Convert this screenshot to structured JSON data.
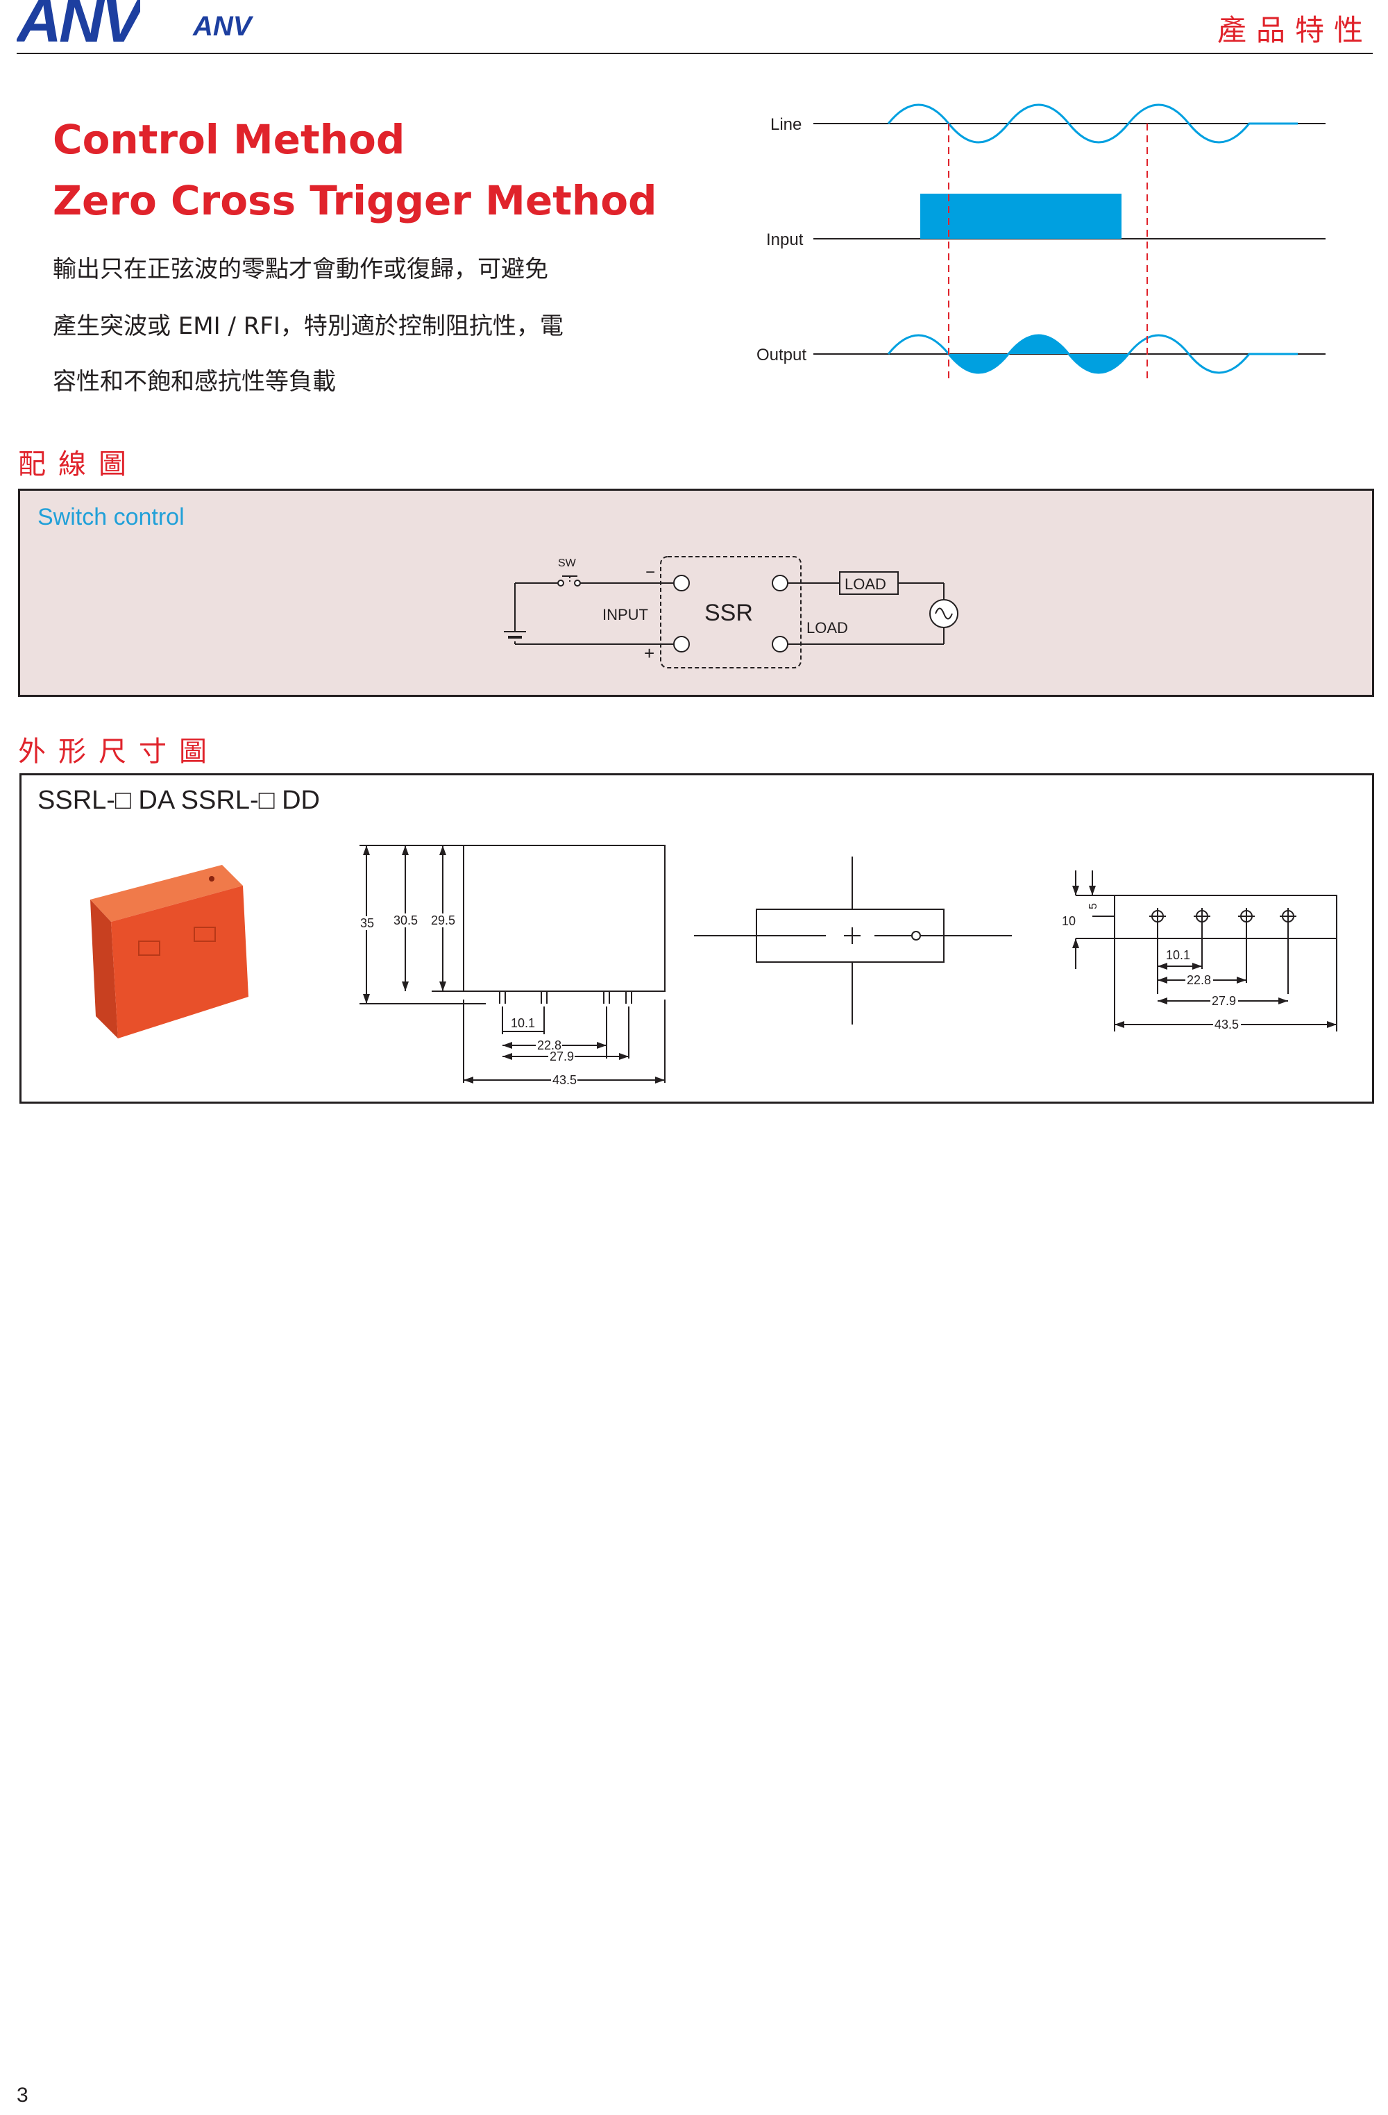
{
  "header": {
    "logo_main": "ANV",
    "logo_small": "ANV",
    "title": "產品特性"
  },
  "intro": {
    "heading_line1": "Control Method",
    "heading_line2": "Zero Cross Trigger Method",
    "body_line1": "輸出只在正弦波的零點才會動作或復歸，可避免",
    "body_line2": "產生突波或 EMI / RFI，特別適於控制阻抗性，電",
    "body_line3": "容性和不飽和感抗性等負載"
  },
  "timing_diagram": {
    "label_line": "Line",
    "label_input": "Input",
    "label_output": "Output",
    "accent_color": "#00a0e0",
    "guide_color": "#e0232b"
  },
  "wiring": {
    "section_title": "配線圖",
    "panel_label": "Switch control",
    "sw_label": "SW",
    "minus_label": "−",
    "plus_label": "+",
    "input_label": "INPUT",
    "ssr_label": "SSR",
    "load_box_label": "LOAD",
    "load_side_label": "LOAD",
    "panel_color": "#ede0df"
  },
  "dimensions": {
    "section_title": "外形尺寸圖",
    "model_label": "SSRL-□ DA SSRL-□ DD",
    "product_color": "#e8502a",
    "side_view": {
      "height_total": "35",
      "height_body": "30.5",
      "height_inner": "29.5",
      "pitch_a": "10.1",
      "pitch_b": "22.8",
      "pitch_c": "27.9",
      "width": "43.5"
    },
    "bottom_view": {
      "offset": "5",
      "depth": "10",
      "pitch_a": "10.1",
      "pitch_b": "22.8",
      "pitch_c": "27.9",
      "width": "43.5"
    }
  },
  "footer": {
    "page_number": "3"
  }
}
